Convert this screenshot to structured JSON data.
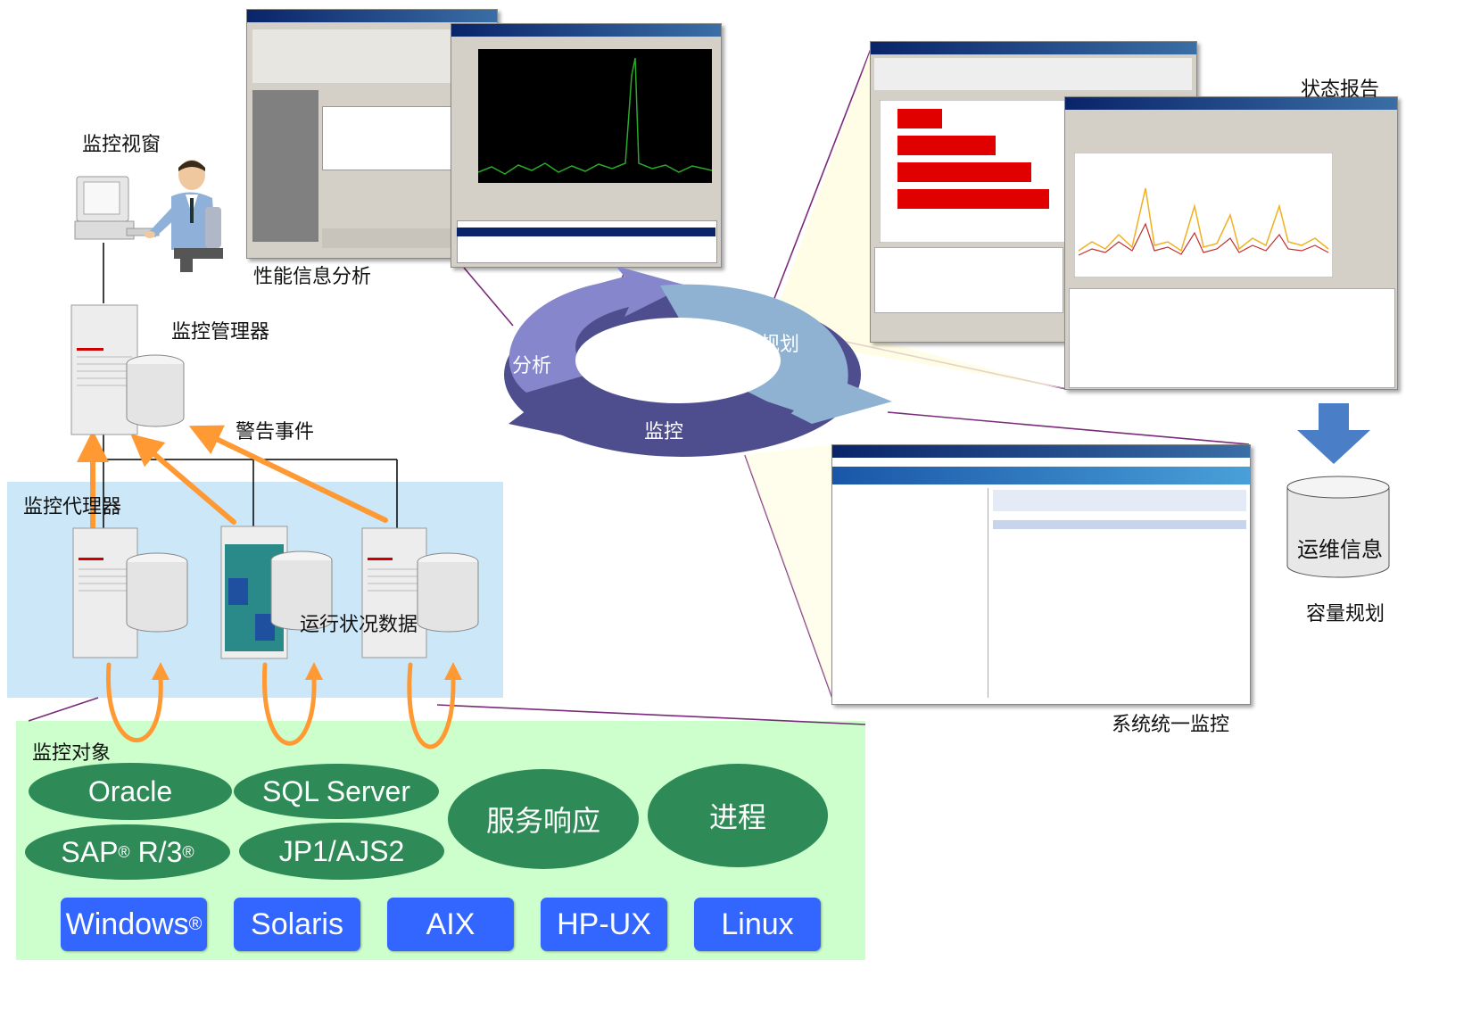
{
  "labels": {
    "monitor_window": "监控视窗",
    "perf_analysis": "性能信息分析",
    "monitor_manager": "监控管理器",
    "alert_events": "警告事件",
    "monitor_agent": "监控代理器",
    "runtime_data": "运行状况数据",
    "monitor_targets": "监控对象",
    "status_report": "状态报告",
    "unified_monitoring": "系统统一监控",
    "ops_info": "运维信息",
    "capacity_planning": "容量规划"
  },
  "cycle": {
    "analysis": "分析",
    "planning": "规划",
    "monitoring": "监控"
  },
  "targets": {
    "oracle": "Oracle",
    "sql_server": "SQL Server",
    "sap": "SAP",
    "sap_r3": "R/3",
    "reg": "®",
    "jp1": "JP1/AJS2",
    "service_response": "服务响应",
    "process": "进程"
  },
  "os": {
    "windows": "Windows",
    "windows_reg": "®",
    "solaris": "Solaris",
    "aix": "AIX",
    "hpux": "HP-UX",
    "linux": "Linux"
  },
  "colors": {
    "agent_bg": "#cce8f8",
    "target_bg": "#ccffcc",
    "pill": "#2e8b57",
    "os_box": "#3366ff",
    "orange": "#ff9933",
    "cycle_analysis": "#8686cc",
    "cycle_planning": "#8fb2d2",
    "cycle_monitoring": "#4e4e8e",
    "down_arrow": "#4a7fc8"
  }
}
